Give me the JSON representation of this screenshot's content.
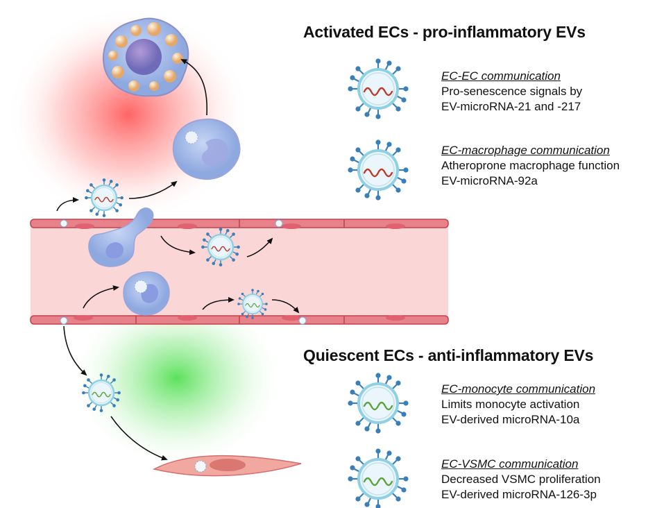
{
  "headings": {
    "activated": "Activated ECs - pro-inflammatory EVs",
    "quiescent": "Quiescent ECs - anti-inflammatory EVs"
  },
  "activated_items": [
    {
      "title": "EC-EC communication",
      "line1": "Pro-senescence signals by",
      "line2": "EV-microRNA-21 and -217"
    },
    {
      "title": "EC-macrophage communication",
      "line1": "Atheroprone macrophage function",
      "line2": "EV-microRNA-92a"
    }
  ],
  "quiescent_items": [
    {
      "title": "EC-monocyte communication",
      "line1": "Limits monocyte activation",
      "line2": "EV-derived microRNA-10a"
    },
    {
      "title": "EC-VSMC communication",
      "line1": "Decreased VSMC proliferation",
      "line2": "EV-derived microRNA-126-3p"
    }
  ],
  "colors": {
    "inflammatory_glow": "#ff5b5b",
    "quiescent_glow": "#6be06b",
    "vessel_lumen": "#fbd6d6",
    "vessel_wall": "#e8828a",
    "vessel_outline": "#c2404c",
    "ev_membrane": "#8fd0e4",
    "ev_spike": "#3a7fb8",
    "microrna_red": "#c0392b",
    "microrna_green": "#5aa33a",
    "monocyte": "#9fb9e8",
    "foam_cell": "#9aa6d8",
    "vsmc": "#f0a8a0"
  },
  "icons": [
    "extracellular-vesicle-icon",
    "monocyte-icon",
    "macrophage-icon",
    "foam-cell-icon",
    "vsmc-icon",
    "blood-vessel-icon"
  ]
}
